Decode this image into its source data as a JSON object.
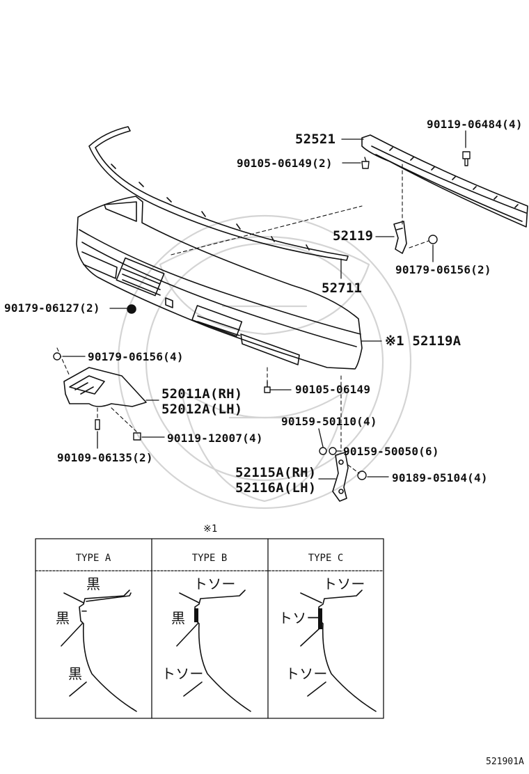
{
  "labels": {
    "p90119_06484": "90119-06484(4)",
    "p52521": "52521",
    "p90105_06149_2": "90105-06149(2)",
    "p52119": "52119",
    "p90179_06156_2": "90179-06156(2)",
    "p52711": "52711",
    "p90179_06127": "90179-06127(2)",
    "p52119A": "※1 52119A",
    "p90179_06156_4": "90179-06156(4)",
    "p52011A": "52011A(RH)",
    "p52012A": "52012A(LH)",
    "p90105_06149": "90105-06149",
    "p90159_50110": "90159-50110(4)",
    "p90119_12007": "90119-12007(4)",
    "p90159_50050": "90159-50050(6)",
    "p90109_06135": "90109-06135(2)",
    "p52115A": "52115A(RH)",
    "p52116A": "52116A(LH)",
    "p90189_05104": "90189-05104(4)"
  },
  "note_marker": "※1",
  "type_table": {
    "headers": [
      "TYPE  A",
      "TYPE  B",
      "TYPE  C"
    ],
    "type_a": {
      "top": "黒",
      "mid": "黒",
      "low": "黒"
    },
    "type_b": {
      "top": "トソー",
      "mid": "黒",
      "low": "トソー"
    },
    "type_c": {
      "top": "トソー",
      "mid": "トソー",
      "low": "トソー"
    }
  },
  "diagram_code": "521901A"
}
